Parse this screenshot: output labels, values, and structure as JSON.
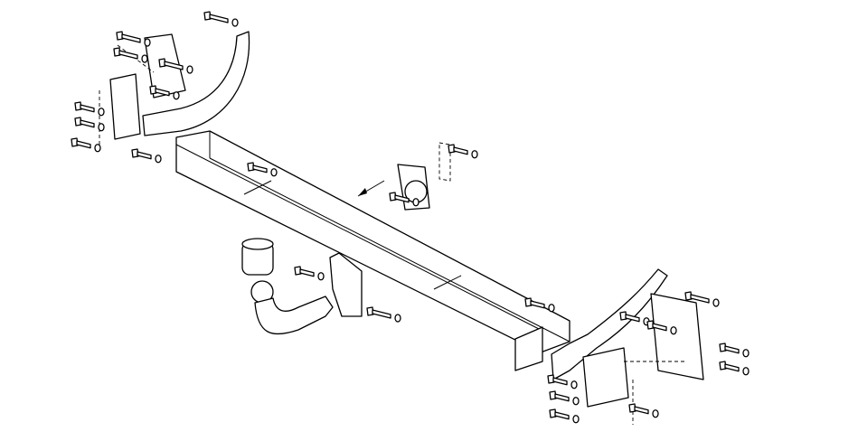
{
  "colors": {
    "background": "#ffffff",
    "line": "#000000"
  },
  "bolts": [
    [
      230,
      18,
      20
    ],
    [
      133,
      40,
      20
    ],
    [
      130,
      58,
      20
    ],
    [
      180,
      70,
      20
    ],
    [
      87,
      118,
      15
    ],
    [
      87,
      135,
      15
    ],
    [
      83,
      158,
      15
    ],
    [
      150,
      170,
      15
    ],
    [
      170,
      100,
      15
    ],
    [
      278,
      185,
      15
    ],
    [
      435,
      218,
      15
    ],
    [
      585,
      335,
      15
    ],
    [
      690,
      350,
      15
    ],
    [
      720,
      360,
      15
    ],
    [
      762,
      328,
      20
    ],
    [
      800,
      385,
      15
    ],
    [
      800,
      405,
      15
    ],
    [
      610,
      420,
      15
    ],
    [
      612,
      438,
      15
    ],
    [
      612,
      458,
      15
    ],
    [
      700,
      452,
      15
    ],
    [
      410,
      345,
      20
    ],
    [
      330,
      300,
      15
    ],
    [
      500,
      165,
      15
    ]
  ]
}
